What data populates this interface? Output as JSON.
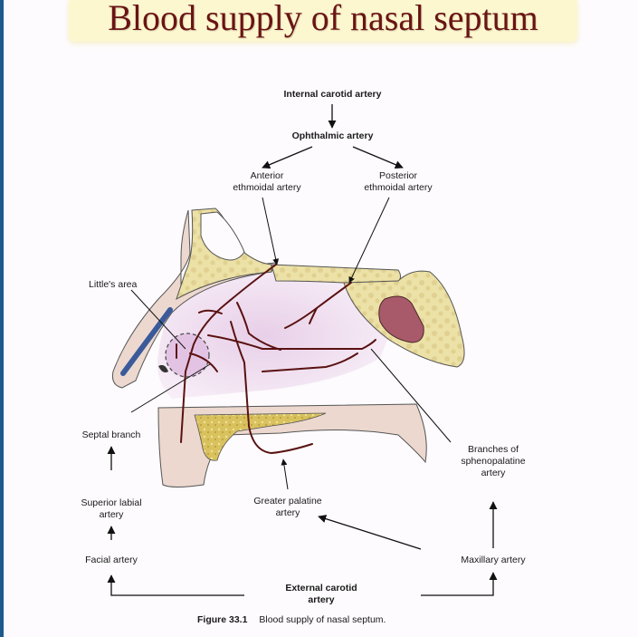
{
  "header": {
    "title": "Blood supply of nasal septum"
  },
  "colors": {
    "title_text": "#6a1414",
    "title_banner": "#fdf7cf",
    "bone": "#e8dca0",
    "cartilage": "#ecdcd4",
    "mucosa": "#efdcef",
    "artery": "#5a1212",
    "sinus": "#a85a6a",
    "nasal_bone_strip": "#3a5a9a",
    "side_bar": "#1e5a8c"
  },
  "labels": {
    "internal_carotid": "Internal carotid artery",
    "ophthalmic": "Ophthalmic artery",
    "anterior_ethmoidal_1": "Anterior",
    "anterior_ethmoidal_2": "ethmoidal artery",
    "posterior_ethmoidal_1": "Posterior",
    "posterior_ethmoidal_2": "ethmoidal artery",
    "littles_area": "Little's area",
    "septal_branch": "Septal branch",
    "superior_labial_1": "Superior labial",
    "superior_labial_2": "artery",
    "facial_artery": "Facial artery",
    "greater_palatine_1": "Greater palatine",
    "greater_palatine_2": "artery",
    "sphenopalatine_1": "Branches of",
    "sphenopalatine_2": "sphenopalatine",
    "sphenopalatine_3": "artery",
    "maxillary_artery": "Maxillary artery",
    "external_carotid_1": "External carotid",
    "external_carotid_2": "artery"
  },
  "caption": {
    "figure_number": "Figure 33.1",
    "text": "Blood supply of nasal septum."
  }
}
